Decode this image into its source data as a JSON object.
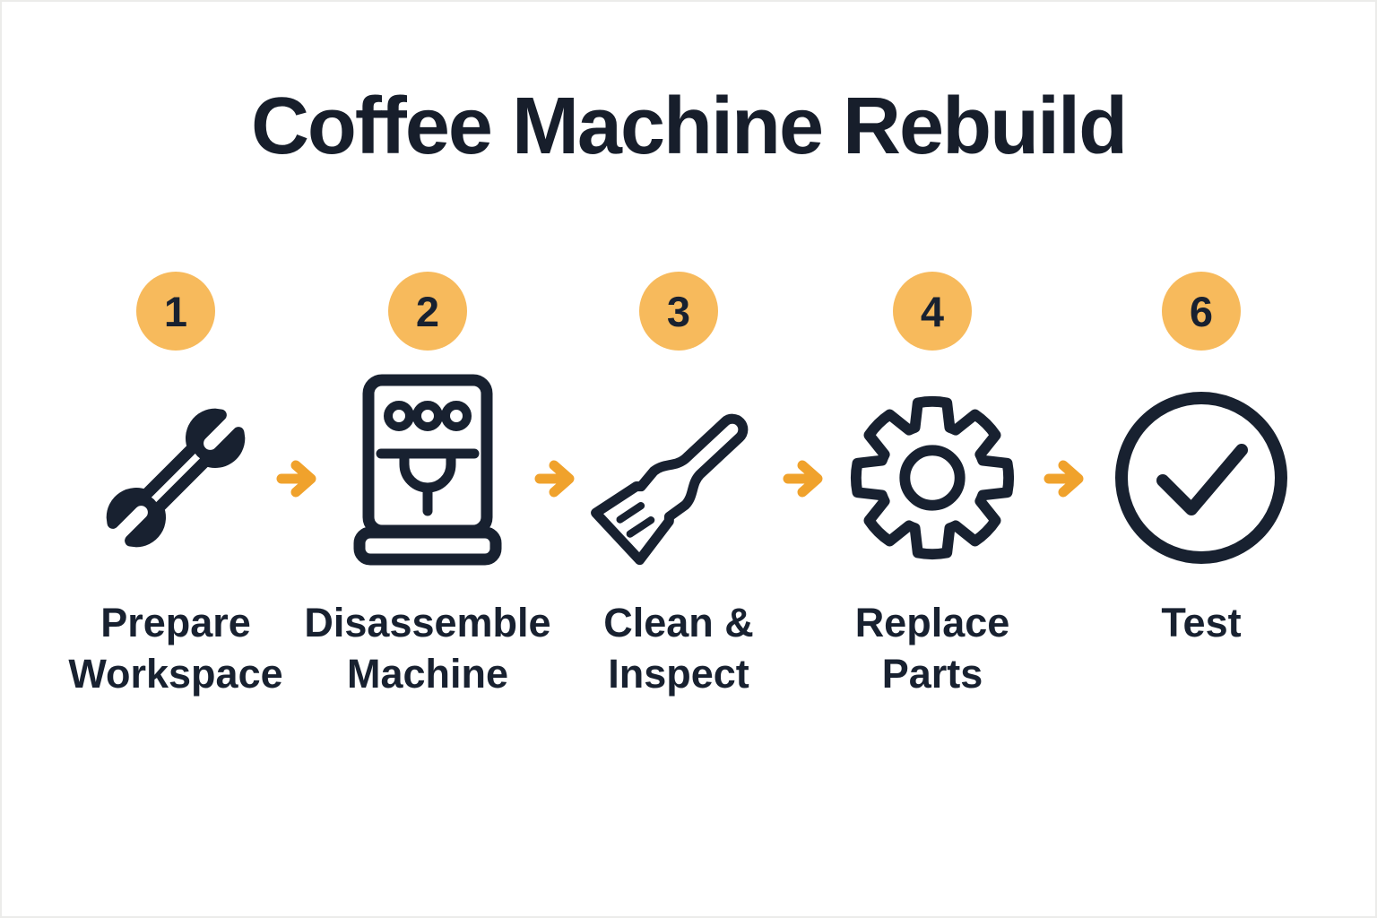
{
  "title": "Coffee Machine Rebuild",
  "colors": {
    "ink": "#182130",
    "badge_fill": "#F7BA5C",
    "arrow_orange": "#F0A22C",
    "background": "#FFFFFF"
  },
  "steps": [
    {
      "number": "1",
      "icon": "wrench-icon",
      "label_line1": "Prepare",
      "label_line2": "Workspace"
    },
    {
      "number": "2",
      "icon": "coffee-machine-icon",
      "label_line1": "Disassemble",
      "label_line2": "Machine"
    },
    {
      "number": "3",
      "icon": "brush-icon",
      "label_line1": "Clean &",
      "label_line2": "Inspect"
    },
    {
      "number": "4",
      "icon": "gear-icon",
      "label_line1": "Replace",
      "label_line2": "Parts"
    },
    {
      "number": "6",
      "icon": "check-circle-icon",
      "label_line1": "Test",
      "label_line2": ""
    }
  ],
  "connector": {
    "icon": "right-arrow-icon"
  }
}
